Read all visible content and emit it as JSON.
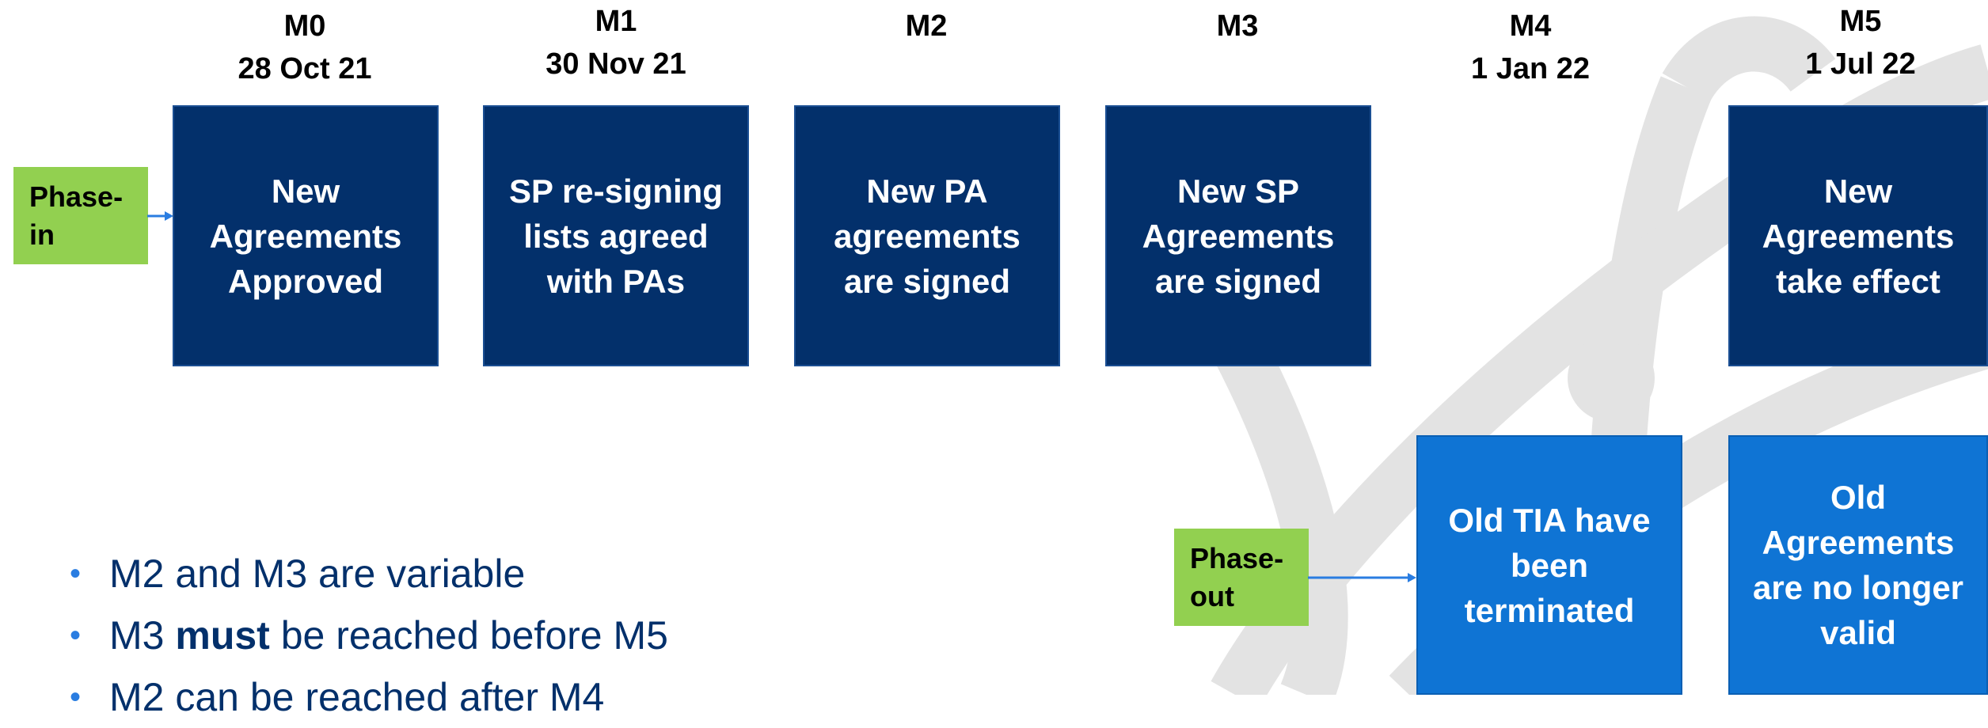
{
  "milestones": [
    {
      "id": "M0",
      "date": "28 Oct 21"
    },
    {
      "id": "M1",
      "date": "30 Nov 21"
    },
    {
      "id": "M2",
      "date": ""
    },
    {
      "id": "M3",
      "date": ""
    },
    {
      "id": "M4",
      "date": "1 Jan 22"
    },
    {
      "id": "M5",
      "date": "1 Jul 22"
    }
  ],
  "phase_in": {
    "label": "Phase-in",
    "boxes": [
      {
        "label": "New Agreements Approved"
      },
      {
        "label": "SP re-signing lists agreed with PAs"
      },
      {
        "label": "New PA agreements are signed"
      },
      {
        "label": "New SP Agreements are signed"
      },
      {
        "label": "New Agreements take effect"
      }
    ]
  },
  "phase_out": {
    "label": "Phase-out",
    "boxes": [
      {
        "label": "Old TIA have been terminated"
      },
      {
        "label": "Old Agreements are no longer valid"
      }
    ]
  },
  "notes": {
    "bullet1": "M2 and M3 are variable",
    "bullet2_pre": "M3 ",
    "bullet2_bold": "must",
    "bullet2_post": " be reached before M5",
    "bullet3": "M2 can be reached after M4"
  },
  "colors": {
    "dark_box": "#03306b",
    "light_box": "#0f74d4",
    "phase_label": "#92d050",
    "bullet_text": "#03306b",
    "arrow": "#2a7de1"
  }
}
